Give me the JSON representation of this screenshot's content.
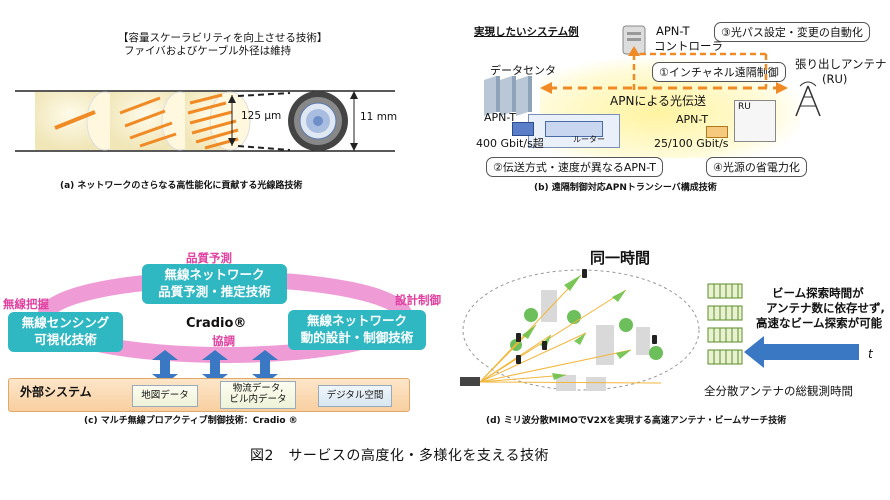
{
  "a": {
    "header_line1": "【容量スケーラビリティを向上させる技術】",
    "header_line2": "ファイバおよびケーブル外径は維持",
    "dim1": "125 µm",
    "dim2": "11 mm",
    "caption": "(a)  ネットワークのさらなる高性能化に貢献する光線路技術"
  },
  "b": {
    "title": "実現したいシステム例",
    "apn_controller_line1": "APN-T",
    "apn_controller_line2": "コントローラ",
    "label3": "③光パス設定・変更の自動化",
    "label1": "①インチャネル遠隔制御",
    "datacenter": "データセンタ",
    "antenna_line1": "張り出しアンテナ",
    "antenna_line2": "(RU)",
    "apn_transmission": "APNによる光伝送",
    "apn_t_left": "APN-T",
    "apn_t_right": "APN-T",
    "ru": "RU",
    "router": "ルーター",
    "rate_left": "400 Gbit/s超",
    "rate_right": "25/100 Gbit/s",
    "label2": "②伝送方式・速度が異なるAPN-T",
    "label4": "④光源の省電力化",
    "caption": "(b)  遠隔制御対応APNトランシーバ構成技術"
  },
  "c": {
    "tag_top": "品質予測",
    "tag_left": "無線把握",
    "tag_right": "設計制御",
    "box_top_line1": "無線ネットワーク",
    "box_top_line2": "品質予測・推定技術",
    "box_left_line1": "無線センシング",
    "box_left_line2": "可視化技術",
    "box_right_line1": "無線ネットワーク",
    "box_right_line2": "動的設計・制御技術",
    "center_name": "Cradio®",
    "center_sub": "協調",
    "external_system": "外部システム",
    "data1": "地図データ",
    "data2_line1": "物流データ,",
    "data2_line2": "ビル内データ",
    "data3": "デジタル空間",
    "caption": "(c)  マルチ無線プロアクティブ制御技術：Cradio ®"
  },
  "d": {
    "same_time": "同一時間",
    "beam_line1": "ビーム探索時間が",
    "beam_line2": "アンテナ数に依存せず,",
    "beam_line3": "高速なビーム探索が可能",
    "axis_t": "t",
    "observe_time": "全分散アンテナの総観測時間",
    "caption": "(d)  ミリ波分散MIMOでV2Xを実現する高速アンテナ・ビームサーチ技術"
  },
  "figure_caption": "図2　サービスの高度化・多様化を支える技術",
  "colors": {
    "teal": "#2fb7c2",
    "magenta": "#e040a0",
    "orange": "#f08a24",
    "blue_arrow": "#3b78c4",
    "yellow_glow": "#fff6a8"
  }
}
